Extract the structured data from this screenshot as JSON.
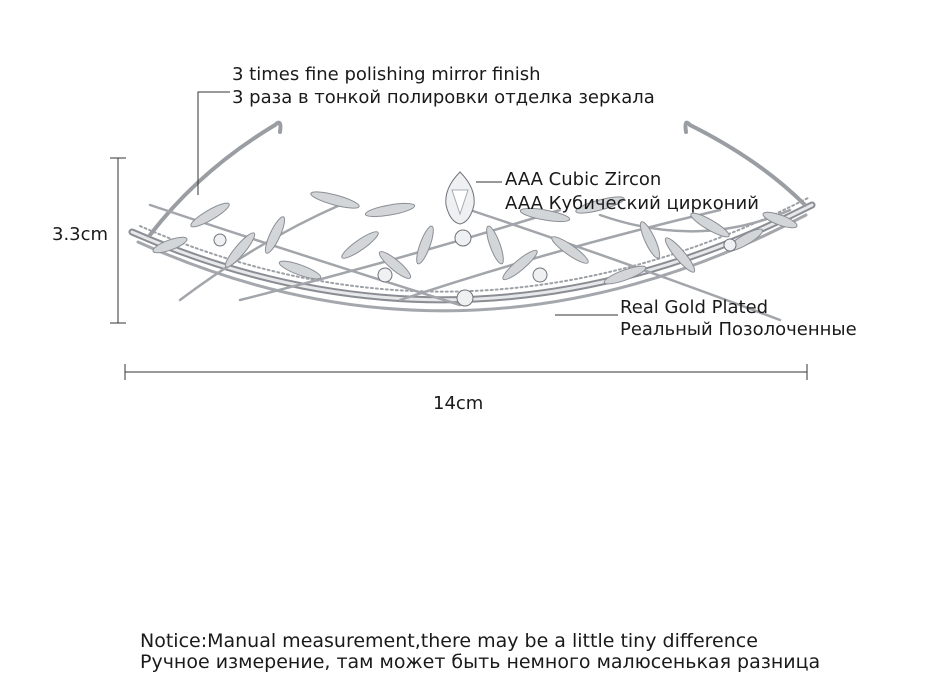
{
  "annotations": {
    "polish": {
      "en": "3 times fine polishing mirror finish",
      "ru": "3 раза в тонкой полировки отделка зеркала"
    },
    "zircon": {
      "en": "AAA Cubic Zircon",
      "ru": "AAA Кубический цирконий"
    },
    "gold": {
      "en": "Real Gold Plated",
      "ru": "Реальный Позолоченные"
    }
  },
  "dimensions": {
    "height_label": "3.3cm",
    "width_label": "14cm"
  },
  "notice": {
    "en": "Notice:Manual measurement,there may be a little tiny difference",
    "ru": "Ручное измерение, там может быть немного малюсенькая разница"
  },
  "colors": {
    "metal": "#b9bcc0",
    "metal_dark": "#7e8288",
    "text": "#1a1a1a",
    "line": "#333333"
  }
}
